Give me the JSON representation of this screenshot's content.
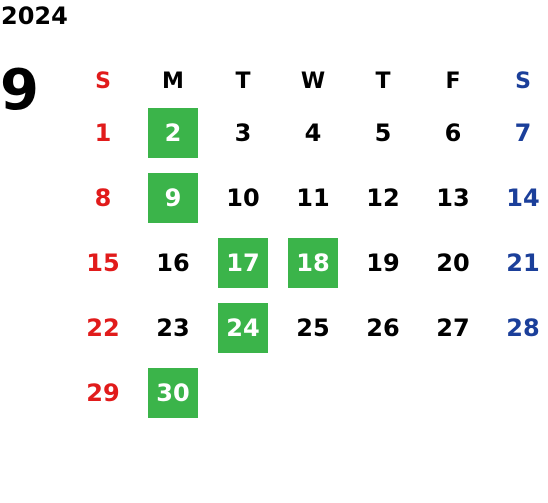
{
  "year": "2024",
  "month": "9",
  "colors": {
    "sunday": "#e11b1b",
    "saturday": "#1b3f9a",
    "weekday": "#000000",
    "highlight_bg": "#3bb44a",
    "highlight_text": "#ffffff"
  },
  "weekdays": [
    {
      "label": "S",
      "type": "sun"
    },
    {
      "label": "M",
      "type": "wd"
    },
    {
      "label": "T",
      "type": "wd"
    },
    {
      "label": "W",
      "type": "wd"
    },
    {
      "label": "T",
      "type": "wd"
    },
    {
      "label": "F",
      "type": "wd"
    },
    {
      "label": "S",
      "type": "sat"
    }
  ],
  "weeks": [
    [
      {
        "d": "1",
        "hl": false
      },
      {
        "d": "2",
        "hl": true
      },
      {
        "d": "3",
        "hl": false
      },
      {
        "d": "4",
        "hl": false
      },
      {
        "d": "5",
        "hl": false
      },
      {
        "d": "6",
        "hl": false
      },
      {
        "d": "7",
        "hl": false
      }
    ],
    [
      {
        "d": "8",
        "hl": false
      },
      {
        "d": "9",
        "hl": true
      },
      {
        "d": "10",
        "hl": false
      },
      {
        "d": "11",
        "hl": false
      },
      {
        "d": "12",
        "hl": false
      },
      {
        "d": "13",
        "hl": false
      },
      {
        "d": "14",
        "hl": false
      }
    ],
    [
      {
        "d": "15",
        "hl": false
      },
      {
        "d": "16",
        "hl": false
      },
      {
        "d": "17",
        "hl": true
      },
      {
        "d": "18",
        "hl": true
      },
      {
        "d": "19",
        "hl": false
      },
      {
        "d": "20",
        "hl": false
      },
      {
        "d": "21",
        "hl": false
      }
    ],
    [
      {
        "d": "22",
        "hl": false
      },
      {
        "d": "23",
        "hl": false
      },
      {
        "d": "24",
        "hl": true
      },
      {
        "d": "25",
        "hl": false
      },
      {
        "d": "26",
        "hl": false
      },
      {
        "d": "27",
        "hl": false
      },
      {
        "d": "28",
        "hl": false
      }
    ],
    [
      {
        "d": "29",
        "hl": false
      },
      {
        "d": "30",
        "hl": true
      },
      {
        "d": "",
        "hl": false
      },
      {
        "d": "",
        "hl": false
      },
      {
        "d": "",
        "hl": false
      },
      {
        "d": "",
        "hl": false
      },
      {
        "d": "",
        "hl": false
      }
    ]
  ]
}
